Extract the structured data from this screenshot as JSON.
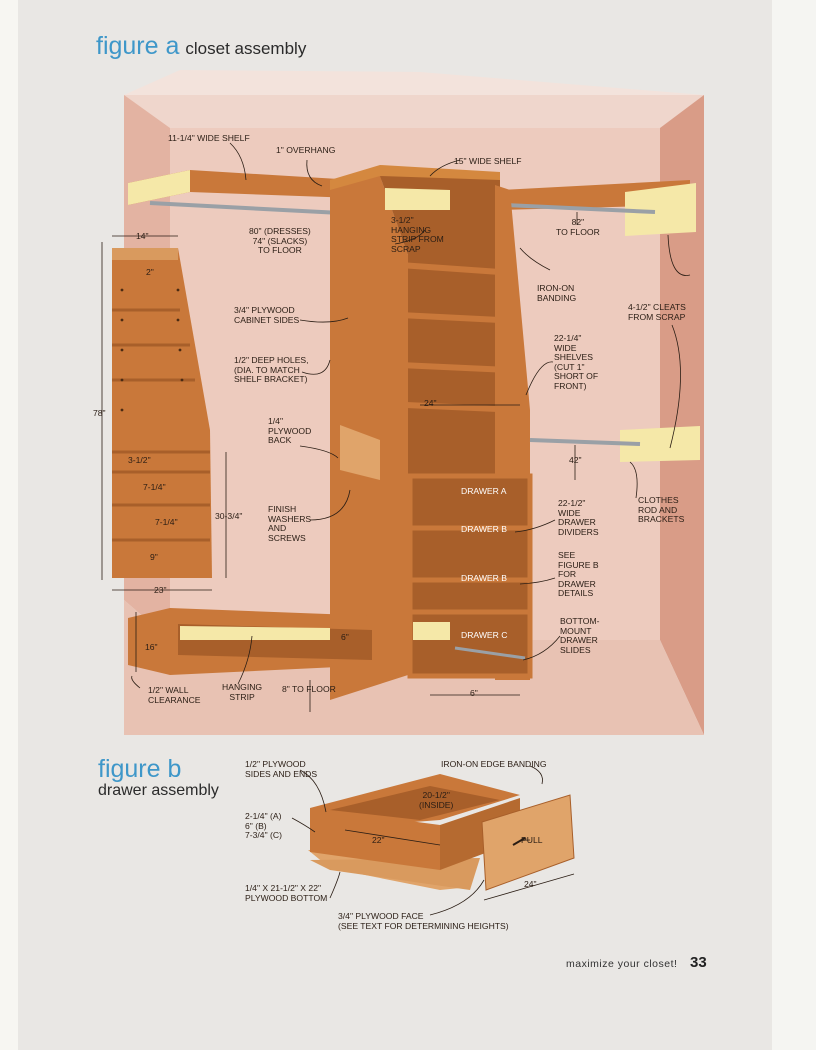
{
  "figure_a": {
    "label": "figure a",
    "title": "closet assembly"
  },
  "figure_b": {
    "label": "figure b",
    "title": "drawer assembly"
  },
  "labels_a": {
    "wide_shelf_11": "11-1/4\" WIDE SHELF",
    "overhang": "1\" OVERHANG",
    "wide_shelf_15": "15\" WIDE SHELF",
    "dim_14": "14\"",
    "dim_2": "2\"",
    "rod_80": "80\" (DRESSES)\n74\" (SLACKS)\nTO FLOOR",
    "hanging_strip_scrap": "3-1/2\"\nHANGING\nSTRIP FROM\nSCRAP",
    "to_floor_82": "82\"\nTO FLOOR",
    "iron_on_banding": "IRON-ON\nBANDING",
    "cleats": "4-1/2\" CLEATS\nFROM SCRAP",
    "cabinet_sides": "3/4\" PLYWOOD\nCABINET SIDES",
    "deep_holes": "1/2\" DEEP HOLES,\n(DIA. TO MATCH\nSHELF BRACKET)",
    "wide_shelves": "22-1/4\"\nWIDE\nSHELVES\n(CUT 1\"\nSHORT OF\nFRONT)",
    "dim_78": "78\"",
    "dim_24": "24\"",
    "plywood_back": "1/4\"\nPLYWOOD\nBACK",
    "dim_42": "42\"",
    "dim_3_5": "3-1/2\"",
    "dim_7_25a": "7-1/4\"",
    "dim_7_25b": "7-1/4\"",
    "dim_30_75": "30-3/4\"",
    "dim_9": "9\"",
    "finish_washers": "FINISH\nWASHERS\nAND\nSCREWS",
    "drawer_a": "DRAWER A",
    "drawer_b1": "DRAWER B",
    "drawer_b2": "DRAWER B",
    "drawer_c": "DRAWER C",
    "drawer_dividers": "22-1/2\"\nWIDE\nDRAWER\nDIVIDERS",
    "clothes_rod": "CLOTHES\nROD AND\nBRACKETS",
    "see_figure_b": "SEE\nFIGURE B\nFOR\nDRAWER\nDETAILS",
    "drawer_slides": "BOTTOM-\nMOUNT\nDRAWER\nSLIDES",
    "dim_23": "23\"",
    "dim_16": "16\"",
    "dim_6a": "6\"",
    "wall_clearance": "1/2\" WALL\nCLEARANCE",
    "hanging_strip": "HANGING\nSTRIP",
    "to_floor_8": "8\" TO FLOOR",
    "dim_6b": "6\""
  },
  "labels_b": {
    "sides_ends": "1/2\" PLYWOOD\nSIDES AND ENDS",
    "edge_banding": "IRON-ON EDGE BANDING",
    "inside": "20-1/2\"\n(INSIDE)",
    "heights": "2-1/4\" (A)\n6\" (B)\n7-3/4\" (C)",
    "dim_22": "22\"",
    "pull": "PULL",
    "dim_24": "24\"",
    "bottom": "1/4\" x 21-1/2\" x 22\"\nPLYWOOD BOTTOM",
    "face": "3/4\" PLYWOOD FACE\n(SEE TEXT FOR DETERMINING HEIGHTS)"
  },
  "footer": {
    "text": "maximize your closet!",
    "page": "33"
  },
  "colors": {
    "accent": "#3e97c9",
    "wood": "#c9783a",
    "wall": "#e9c3b6"
  }
}
